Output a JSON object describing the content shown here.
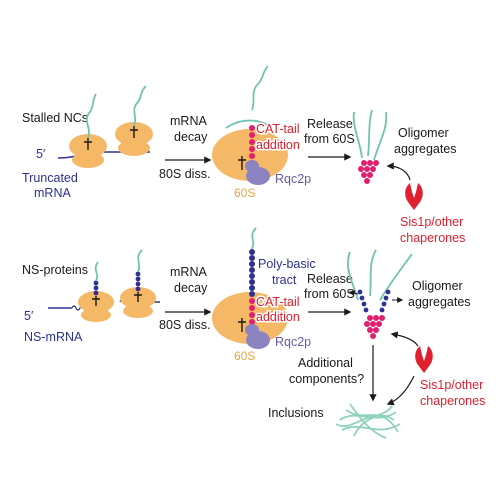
{
  "colors": {
    "ribosome": "#f5b867",
    "ribosome_edge": "#e8a341",
    "nascent_chain": "#6fc3b0",
    "cat_tail": "#e0206e",
    "polybasic": "#2e3192",
    "mrna": "#2e3192",
    "trna": "#1a1a1a",
    "rqc2p": "#8c84c0",
    "chaperone": "#e0202e",
    "inclusion": "#8fd3bd"
  },
  "top": {
    "stalled_ncs": "Stalled NCs",
    "five_prime": "5′",
    "truncated": "Truncated",
    "mrna": "mRNA",
    "arrow1_line1": "mRNA",
    "arrow1_line2": "decay",
    "arrow1_line3": "80S diss.",
    "cat_tail_line1": "CAT-tail",
    "cat_tail_line2": "addition",
    "rqc2p": "Rqc2p",
    "sixty_s": "60S",
    "release_line1": "Release",
    "release_line2": "from 60S",
    "oligomer_line1": "Oligomer",
    "oligomer_line2": "aggregates",
    "chaperone_line1": "Sis1p/other",
    "chaperone_line2": "chaperones"
  },
  "bottom": {
    "ns_proteins": "NS-proteins",
    "five_prime": "5′",
    "ns_mrna": "NS-mRNA",
    "arrow1_line1": "mRNA",
    "arrow1_line2": "decay",
    "arrow1_line3": "80S diss.",
    "polybasic_line1": "Poly-basic",
    "polybasic_line2": "tract",
    "cat_tail_line1": "CAT-tail",
    "cat_tail_line2": "addition",
    "rqc2p": "Rqc2p",
    "sixty_s": "60S",
    "release_line1": "Release",
    "release_line2": "from 60S",
    "oligomer_line1": "Oligomer",
    "oligomer_line2": "aggregates",
    "additional_line1": "Additional",
    "additional_line2": "components?",
    "inclusions": "Inclusions",
    "chaperone_line1": "Sis1p/other",
    "chaperone_line2": "chaperones"
  }
}
